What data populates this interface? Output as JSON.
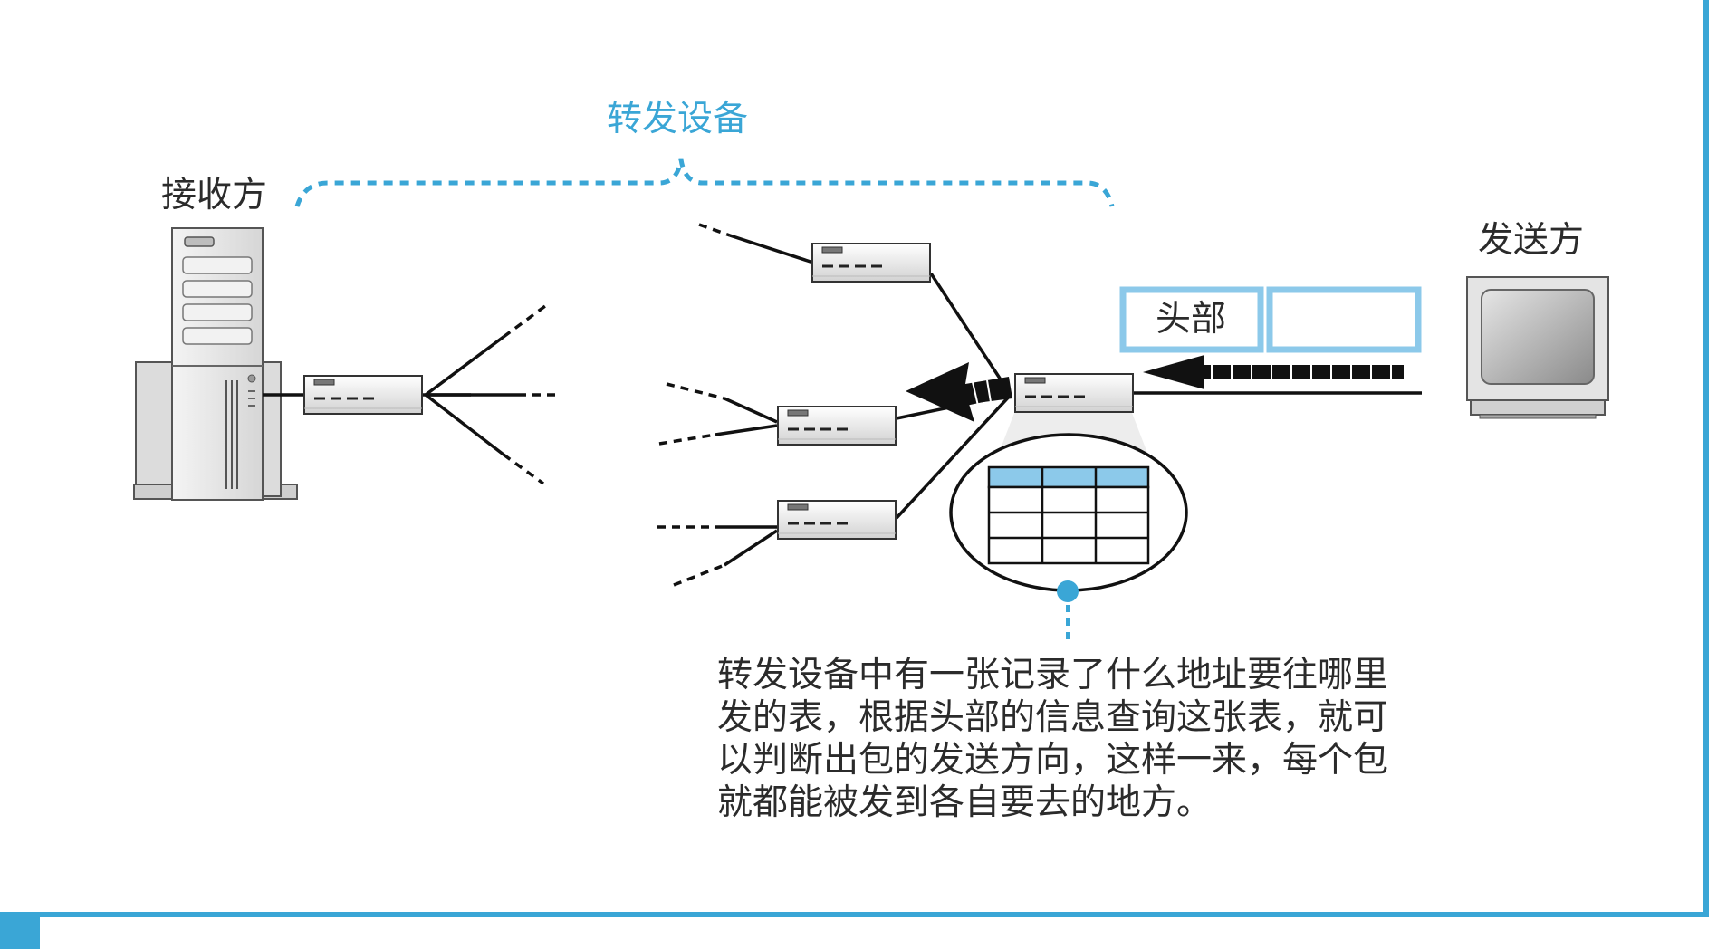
{
  "labels": {
    "forwarding": "转发设备",
    "receiver": "接收方",
    "sender": "发送方",
    "header": "头部"
  },
  "caption": "转发设备中有一张记录了什么地址要往哪里\n发的表，根据头部的信息查询这张表，就可\n以判断出包的发送方向，这样一来，每个包\n就都能被发到各自要去的地方。",
  "colors": {
    "accent": "#3aa6d6",
    "line": "#111111",
    "frame": "#3aa6d6",
    "table_header": "#8cc9ea"
  },
  "icons": [
    "server-icon",
    "router-icon",
    "monitor-icon",
    "packet-icon",
    "routing-table-icon"
  ]
}
